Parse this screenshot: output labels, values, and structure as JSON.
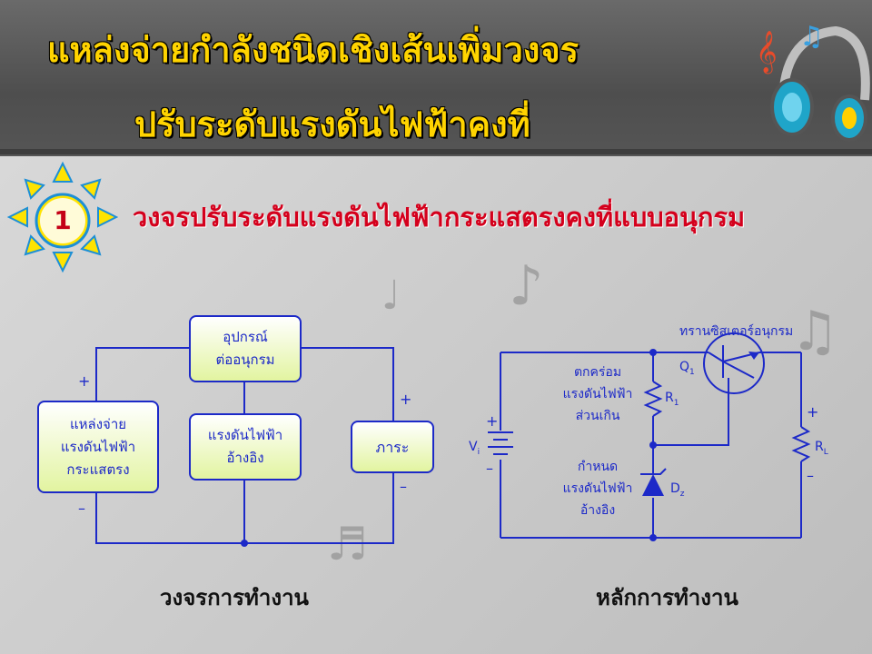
{
  "slide": {
    "title_line1": "แหล่งจ่ายกำลังชนิดเชิงเส้นเพิ่มวงจร",
    "title_line2": "ปรับระดับแรงดันไฟฟ้าคงที่",
    "section_number": "1",
    "subtitle": "วงจรปรับระดับแรงดันไฟฟ้ากระแสตรงคงที่แบบอนุกรม"
  },
  "block_diagram": {
    "source_line1": "แหล่งจ่าย",
    "source_line2": "แรงดันไฟฟ้า",
    "source_line3": "กระแสตรง",
    "series_line1": "อุปกรณ์",
    "series_line2": "ต่ออนุกรม",
    "reference_line1": "แรงดันไฟฟ้า",
    "reference_line2": "อ้างอิง",
    "load": "ภาระ",
    "plus_left": "+",
    "minus_left": "–",
    "plus_right": "+",
    "minus_right": "–",
    "caption": "วงจรการทำงาน"
  },
  "schematic": {
    "transistor_label": "ทรานซิสเตอร์อนุกรม",
    "q1": "Q",
    "q1_sub": "1",
    "r1": "R",
    "r1_sub": "1",
    "rl": "R",
    "rl_sub": "L",
    "dz": "D",
    "dz_sub": "z",
    "vi": "V",
    "vi_sub": "i",
    "drop_line1": "ตกคร่อม",
    "drop_line2": "แรงดันไฟฟ้า",
    "drop_line3": "ส่วนเกิน",
    "set_line1": "กำหนด",
    "set_line2": "แรงดันไฟฟ้า",
    "set_line3": "อ้างอิง",
    "plus_vi": "+",
    "minus_vi": "–",
    "plus_rl": "+",
    "minus_rl": "–",
    "caption": "หลักการทำงาน"
  },
  "colors": {
    "wire": "#1c29c8",
    "title": "#ffd400",
    "subtitle": "#d4001c"
  },
  "icons": [
    "sun-badge-icon",
    "headphones-music-icon"
  ]
}
